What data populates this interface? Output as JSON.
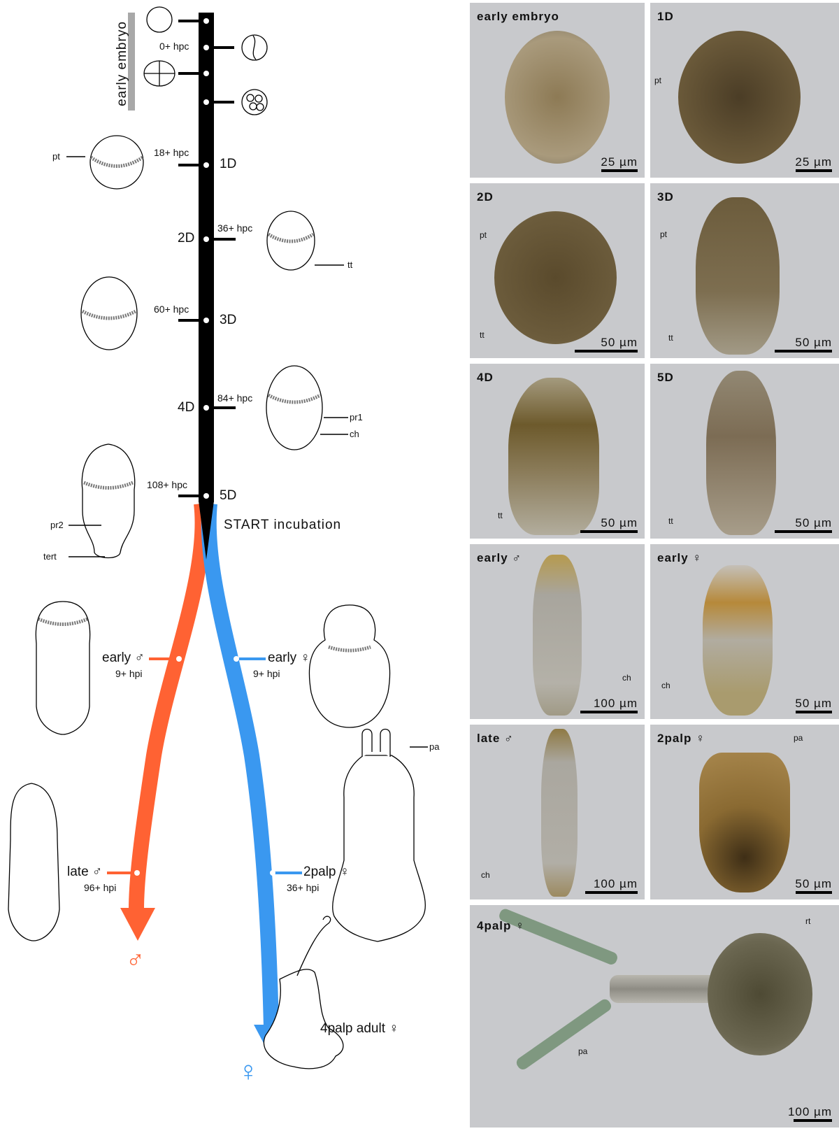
{
  "diagram": {
    "early_embryo_label": "early embryo",
    "timeline": [
      {
        "stage": "",
        "time": "0+ hpc"
      },
      {
        "stage": "1D",
        "time": "18+ hpc"
      },
      {
        "stage": "2D",
        "time": "36+ hpc"
      },
      {
        "stage": "3D",
        "time": "60+ hpc"
      },
      {
        "stage": "4D",
        "time": "84+ hpc"
      },
      {
        "stage": "5D",
        "time": "108+ hpc"
      }
    ],
    "start_label": "START incubation",
    "male_branch": {
      "color": "#ff6233",
      "early": {
        "label": "early ♂",
        "time": "9+ hpi"
      },
      "late": {
        "label": "late ♂",
        "time": "96+ hpi"
      },
      "symbol": "♂"
    },
    "female_branch": {
      "color": "#3a98f0",
      "early": {
        "label": "early ♀",
        "time": "9+ hpi"
      },
      "twopalp": {
        "label": "2palp ♀",
        "time": "36+ hpi"
      },
      "adult": "4palp adult ♀",
      "symbol": "♀"
    },
    "annotations": {
      "pt": "pt",
      "tt": "tt",
      "pr1": "pr1",
      "ch": "ch",
      "pr2": "pr2",
      "tert": "tert",
      "pa": "pa"
    }
  },
  "panels": [
    {
      "title": "early embryo",
      "scale": "25 µm",
      "labels": []
    },
    {
      "title": "1D",
      "scale": "25 µm",
      "labels": [
        "pt"
      ]
    },
    {
      "title": "2D",
      "scale": "50 µm",
      "labels": [
        "pt",
        "tt"
      ]
    },
    {
      "title": "3D",
      "scale": "50 µm",
      "labels": [
        "pt",
        "tt"
      ]
    },
    {
      "title": "4D",
      "scale": "50 µm",
      "labels": [
        "tt"
      ]
    },
    {
      "title": "5D",
      "scale": "50 µm",
      "labels": [
        "tt"
      ]
    },
    {
      "title": "early ♂",
      "scale": "100 µm",
      "labels": [
        "ch"
      ]
    },
    {
      "title": "early ♀",
      "scale": "50 µm",
      "labels": [
        "ch"
      ]
    },
    {
      "title": "late ♂",
      "scale": "100 µm",
      "labels": [
        "ch"
      ]
    },
    {
      "title": "2palp ♀",
      "scale": "50 µm",
      "labels": [
        "pa"
      ]
    },
    {
      "title": "4palp ♀",
      "scale": "100 µm",
      "labels": [
        "rt",
        "pa"
      ]
    }
  ]
}
